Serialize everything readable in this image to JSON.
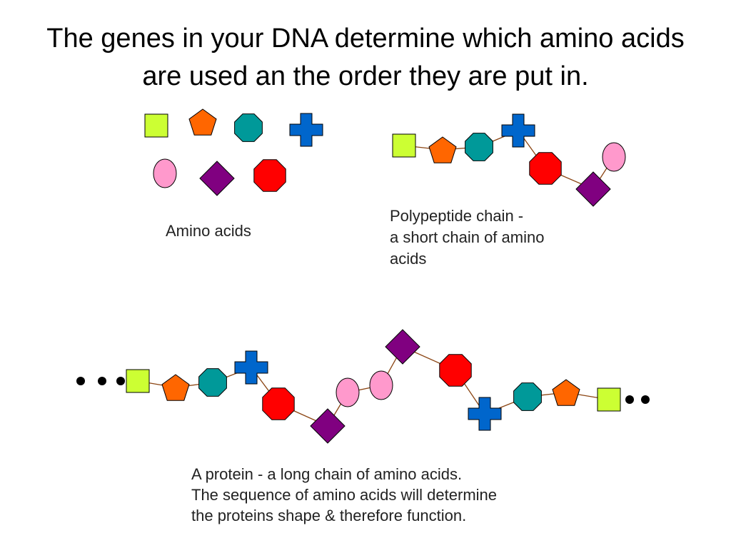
{
  "slide": {
    "title_line1": "The genes in your DNA determine which amino acids",
    "title_line2": "are used an the order they are put in."
  },
  "captions": {
    "amino": "Amino acids",
    "poly_line1": "Polypeptide chain -",
    "poly_line2": "a short chain of amino",
    "poly_line3": "acids",
    "protein_line1": "A protein - a long chain of amino acids.",
    "protein_line2": "The sequence of amino acids will determine",
    "protein_line3": "the proteins shape & therefore function."
  },
  "colors": {
    "square": "#ccff33",
    "pentagon": "#ff6600",
    "octagon_teal": "#009999",
    "cross": "#0066cc",
    "ellipse": "#ff99cc",
    "diamond": "#800080",
    "octagon_red": "#ff0000",
    "bond": "#8b4513",
    "dot": "#000000",
    "outline": "#000000"
  }
}
